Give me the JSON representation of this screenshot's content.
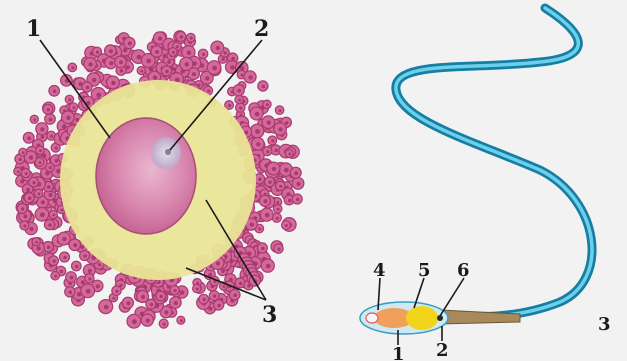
{
  "egg": {
    "labels": [
      "1",
      "2",
      "3"
    ]
  },
  "sperm": {
    "labels": [
      "4",
      "5",
      "6",
      "1",
      "2",
      "3"
    ]
  },
  "colors": {
    "background": "#f2f2f2",
    "corona_cells": "#d4689a",
    "corona_dark": "#a73b6e",
    "zona_pellucida": "#e9e596",
    "cytoplasm": "#d0709a",
    "nucleus": "#c8b8d0",
    "tail": "#2aa5c8",
    "head_yellow": "#f1d51a",
    "head_orange": "#f0a05a",
    "midpiece": "#a88a5a"
  }
}
